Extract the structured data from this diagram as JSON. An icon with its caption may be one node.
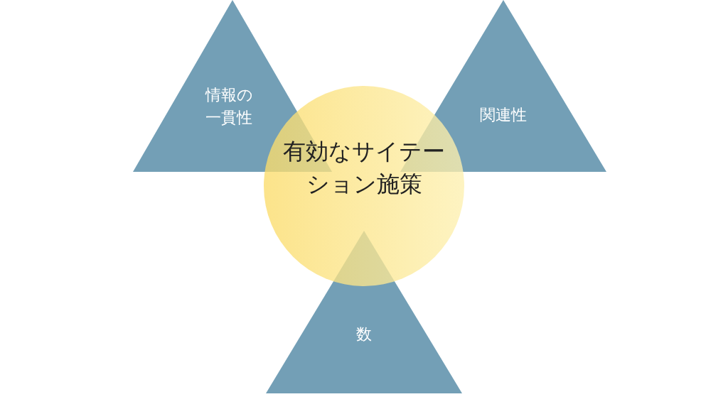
{
  "diagram": {
    "nodes": [
      {
        "text": [
          "情報の一貫性"
        ]
      },
      {
        "text": [
          "関連性"
        ]
      },
      {
        "text": [
          "有効なサイテーション施策"
        ]
      },
      {
        "text": [
          "数"
        ]
      }
    ]
  }
}
